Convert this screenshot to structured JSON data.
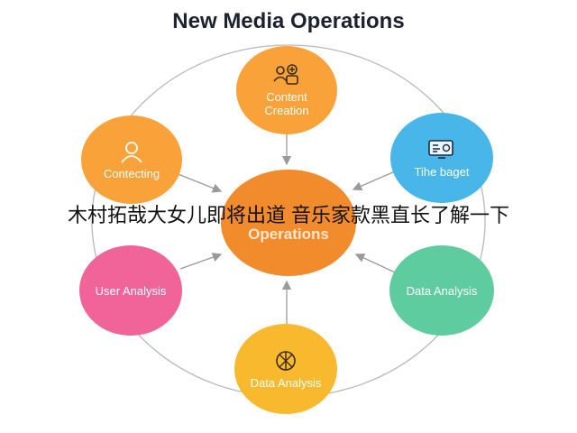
{
  "title": "New Media Operations",
  "center": {
    "label": "Operations",
    "color": "#f28b2c"
  },
  "nodes": {
    "top": {
      "label": "Content Creation",
      "color": "#f9a23a",
      "icon": "team-icon"
    },
    "upper_left": {
      "label": "Contecting",
      "color": "#f9a23a",
      "icon": "user-icon"
    },
    "upper_right": {
      "label": "Tihe baget",
      "color": "#49b6ea",
      "icon": "dashboard-icon"
    },
    "lower_left": {
      "label": "User Analysis",
      "color": "#f0649a",
      "icon": ""
    },
    "lower_right": {
      "label": "Data Analysis",
      "color": "#5fcca0",
      "icon": ""
    },
    "bottom": {
      "label": "Data Analysis",
      "color": "#f9b92e",
      "icon": "network-icon"
    }
  },
  "overlay_text": "木村拓哉大女儿即将出道 音乐家款黑直长了解一下"
}
